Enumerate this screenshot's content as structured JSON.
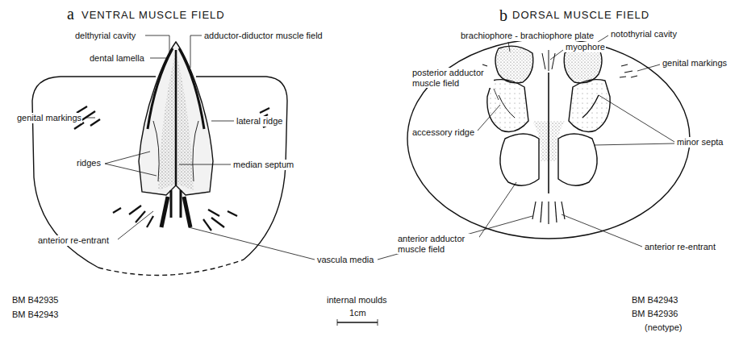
{
  "diagram": {
    "labels": [
      "a",
      "VENTRAL MUSCLE FIELD",
      "b",
      "DORSAL MUSCLE FIELD",
      "delthyrial cavity",
      "adductor-diductor muscle field",
      "dental lamella",
      "genital markings",
      "lateral ridge",
      "ridges",
      "median septum",
      "anterior re-entrant",
      "vascula media",
      "BM B42935",
      "BM B42943",
      "internal moulds",
      "1cm",
      "brachiophore - brachiophore plate",
      "myophore",
      "notothyrial cavity",
      "posterior adductor muscle field",
      "genital markings",
      "accessory ridge",
      "minor septa",
      "anterior adductor muscle field",
      "anterior re-entrant",
      "BM B42943",
      "BM B42936",
      "(neotype)"
    ]
  }
}
